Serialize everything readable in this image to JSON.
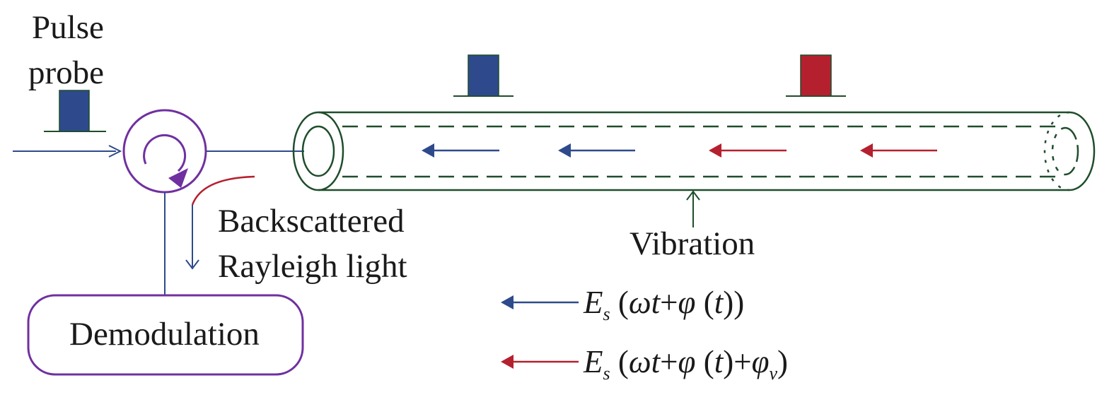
{
  "colors": {
    "blue": "#2e4a8c",
    "red": "#b5202e",
    "purple": "#7030a0",
    "green": "#1f4d2b",
    "text": "#1a1a1a"
  },
  "labels": {
    "pulse_line1": "Pulse",
    "pulse_line2": "probe",
    "backscattered_line1": "Backscattered",
    "backscattered_line2": "Rayleigh light",
    "vibration": "Vibration",
    "demodulation": "Demodulation"
  },
  "legend": {
    "blue": {
      "E": "E",
      "sub": "s",
      "open": "(",
      "omega_t": "ωt",
      "plus": "+",
      "phi": "φ",
      "t_open": " (",
      "t": "t",
      "close": "))"
    },
    "red": {
      "E": "E",
      "sub": "s",
      "open": "(",
      "omega_t": "ωt",
      "plus": "+",
      "phi": "φ",
      "t_open": " (",
      "t": "t",
      "mid": ")+",
      "phi2": "φ",
      "sub2": "v",
      "close": ")"
    }
  }
}
